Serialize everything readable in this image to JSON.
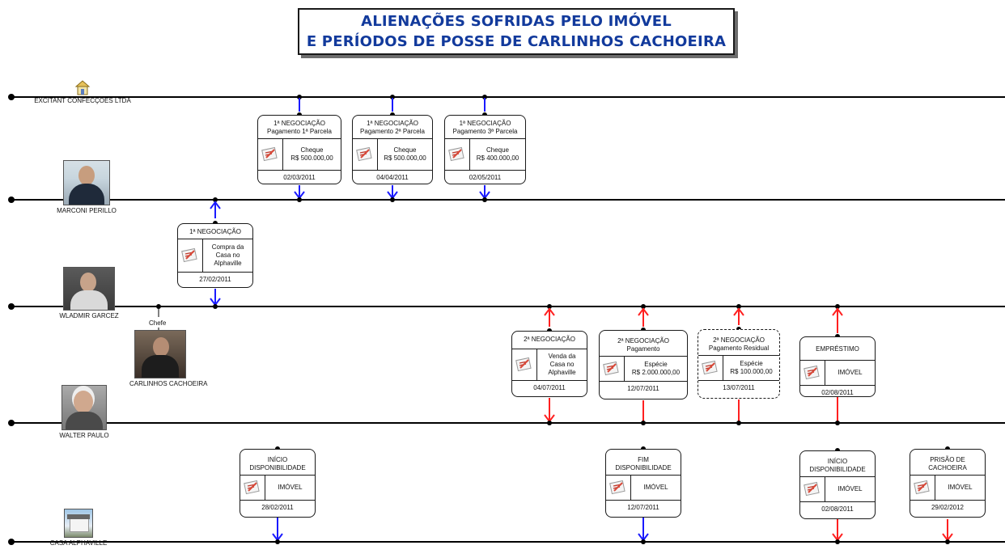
{
  "title": {
    "line1": "ALIENAÇÕES SOFRIDAS PELO IMÓVEL",
    "line2": "E PERÍODOS DE POSSE DE CARLINHOS CACHOEIRA"
  },
  "actors": {
    "excitant": "EXCITANT CONFECÇÕES LTDA",
    "marconi": "MARCONI PERILLO",
    "wladmir": "WLADMIR GARCEZ",
    "carlinhos": "CARLINHOS CACHOEIRA",
    "walter": "WALTER PAULO",
    "casa": "CASA ALPHAVILLE"
  },
  "relation_label": "Chefe",
  "icons": {
    "doc": "document-icon",
    "house": "building-icon"
  },
  "colors": {
    "title": "#123a9c",
    "blue_arrow": "#1a1aff",
    "red_arrow": "#ff2020",
    "line": "#000000"
  },
  "events": {
    "neg1_p1": {
      "h1": "1ª NEGOCIAÇÃO",
      "h2": "Pagamento 1ª Parcela",
      "v1": "Cheque",
      "v2": "R$ 500.000,00",
      "v3": "",
      "date": "02/03/2011"
    },
    "neg1_p2": {
      "h1": "1ª NEGOCIAÇÃO",
      "h2": "Pagamento 2ª Parcela",
      "v1": "Cheque",
      "v2": "R$ 500.000,00",
      "v3": "",
      "date": "04/04/2011"
    },
    "neg1_p3": {
      "h1": "1ª NEGOCIAÇÃO",
      "h2": "Pagamento 3ª Parcela",
      "v1": "Cheque",
      "v2": "R$ 400.000,00",
      "v3": "",
      "date": "02/05/2011"
    },
    "neg1_compra": {
      "h1": "1ª NEGOCIAÇÃO",
      "h2": "",
      "v1": "Compra da",
      "v2": "Casa no",
      "v3": "Alphaville",
      "date": "27/02/2011"
    },
    "neg2_venda": {
      "h1": "2ª NEGOCIAÇÃO",
      "h2": "",
      "v1": "Venda da",
      "v2": "Casa no",
      "v3": "Alphaville",
      "date": "04/07/2011"
    },
    "neg2_pag": {
      "h1": "2ª NEGOCIAÇÃO",
      "h2": "Pagamento",
      "v1": "Espécie",
      "v2": "R$ 2.000.000,00",
      "v3": "",
      "date": "12/07/2011"
    },
    "neg2_res": {
      "h1": "2ª NEGOCIAÇÃO",
      "h2": "Pagamento Residual",
      "v1": "Espécie",
      "v2": "R$ 100.000,00",
      "v3": "",
      "date": "13/07/2011"
    },
    "emprestimo": {
      "h1": "EMPRÉSTIMO",
      "h2": "",
      "v1": "IMÓVEL",
      "v2": "",
      "v3": "",
      "date": "02/08/2011"
    },
    "inicio1": {
      "h1": "INÍCIO",
      "h2": "DISPONIBILIDADE",
      "v1": "IMÓVEL",
      "v2": "",
      "v3": "",
      "date": "28/02/2011"
    },
    "fim": {
      "h1": "FIM",
      "h2": "DISPONIBILIDADE",
      "v1": "IMÓVEL",
      "v2": "",
      "v3": "",
      "date": "12/07/2011"
    },
    "inicio2": {
      "h1": "INÍCIO",
      "h2": "DISPONIBILIDADE",
      "v1": "IMÓVEL",
      "v2": "",
      "v3": "",
      "date": "02/08/2011"
    },
    "prisao": {
      "h1": "PRISÃO DE",
      "h2": "CACHOEIRA",
      "v1": "IMÓVEL",
      "v2": "",
      "v3": "",
      "date": "29/02/2012"
    }
  }
}
